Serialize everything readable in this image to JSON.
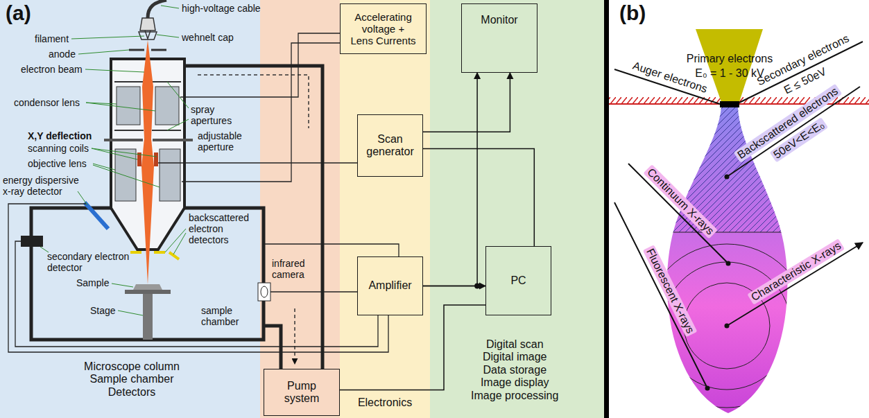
{
  "diagram": {
    "nodes": [
      {
        "text": [
          "Microscope column Sample chamber Detectors"
        ]
      },
      {
        "text": [
          "Electronics"
        ]
      },
      {
        "text": [
          "Digital scan Digital image Data storage Image display Image processing"
        ]
      },
      {
        "text": [
          "Accelerating voltage + Lens Currents"
        ],
        "in": 1
      },
      {
        "text": [
          "Monitor"
        ],
        "in": 2
      },
      {
        "text": [
          "Scan generator"
        ],
        "in": 1
      },
      {
        "text": [
          "Amplifier"
        ],
        "in": 1
      },
      {
        "text": [
          "PC"
        ],
        "in": 2
      },
      {
        "text": [
          "Pump system"
        ]
      }
    ],
    "edges": [
      {
        "from": 5,
        "to": 4,
        "arrow": "to"
      },
      {
        "from": 5,
        "to": 7,
        "arrow": "none"
      },
      {
        "from": 6,
        "to": 4,
        "arrow": "to"
      },
      {
        "from": 6,
        "to": 7,
        "arrow": "to"
      },
      {
        "from": 8,
        "to": 7,
        "arrow": "none"
      }
    ],
    "labels": [
      "(a)",
      "(b)",
      "high-voltage cable",
      "filament",
      "wehnelt cap",
      "anode",
      "electron beam",
      "condensor lens",
      "spray apertures",
      "X,Y deflection",
      "scanning coils",
      "adjustable aperture",
      "objective lens",
      "backscattered electron detectors",
      "energy dispersive x-ray detector",
      "secondary electron detector",
      "sample chamber",
      "infrared camera",
      "Sample",
      "Stage",
      "Primary electrons",
      "E₀ = 1 - 30 kV",
      "Auger electrons",
      "Secondary electrons",
      "E ≤ 50eV",
      "Backscattered electrons",
      "50eV<E<E₀",
      "Continuum X-rays",
      "Fluorescent X-rays",
      "Characteristic X-rays"
    ]
  }
}
